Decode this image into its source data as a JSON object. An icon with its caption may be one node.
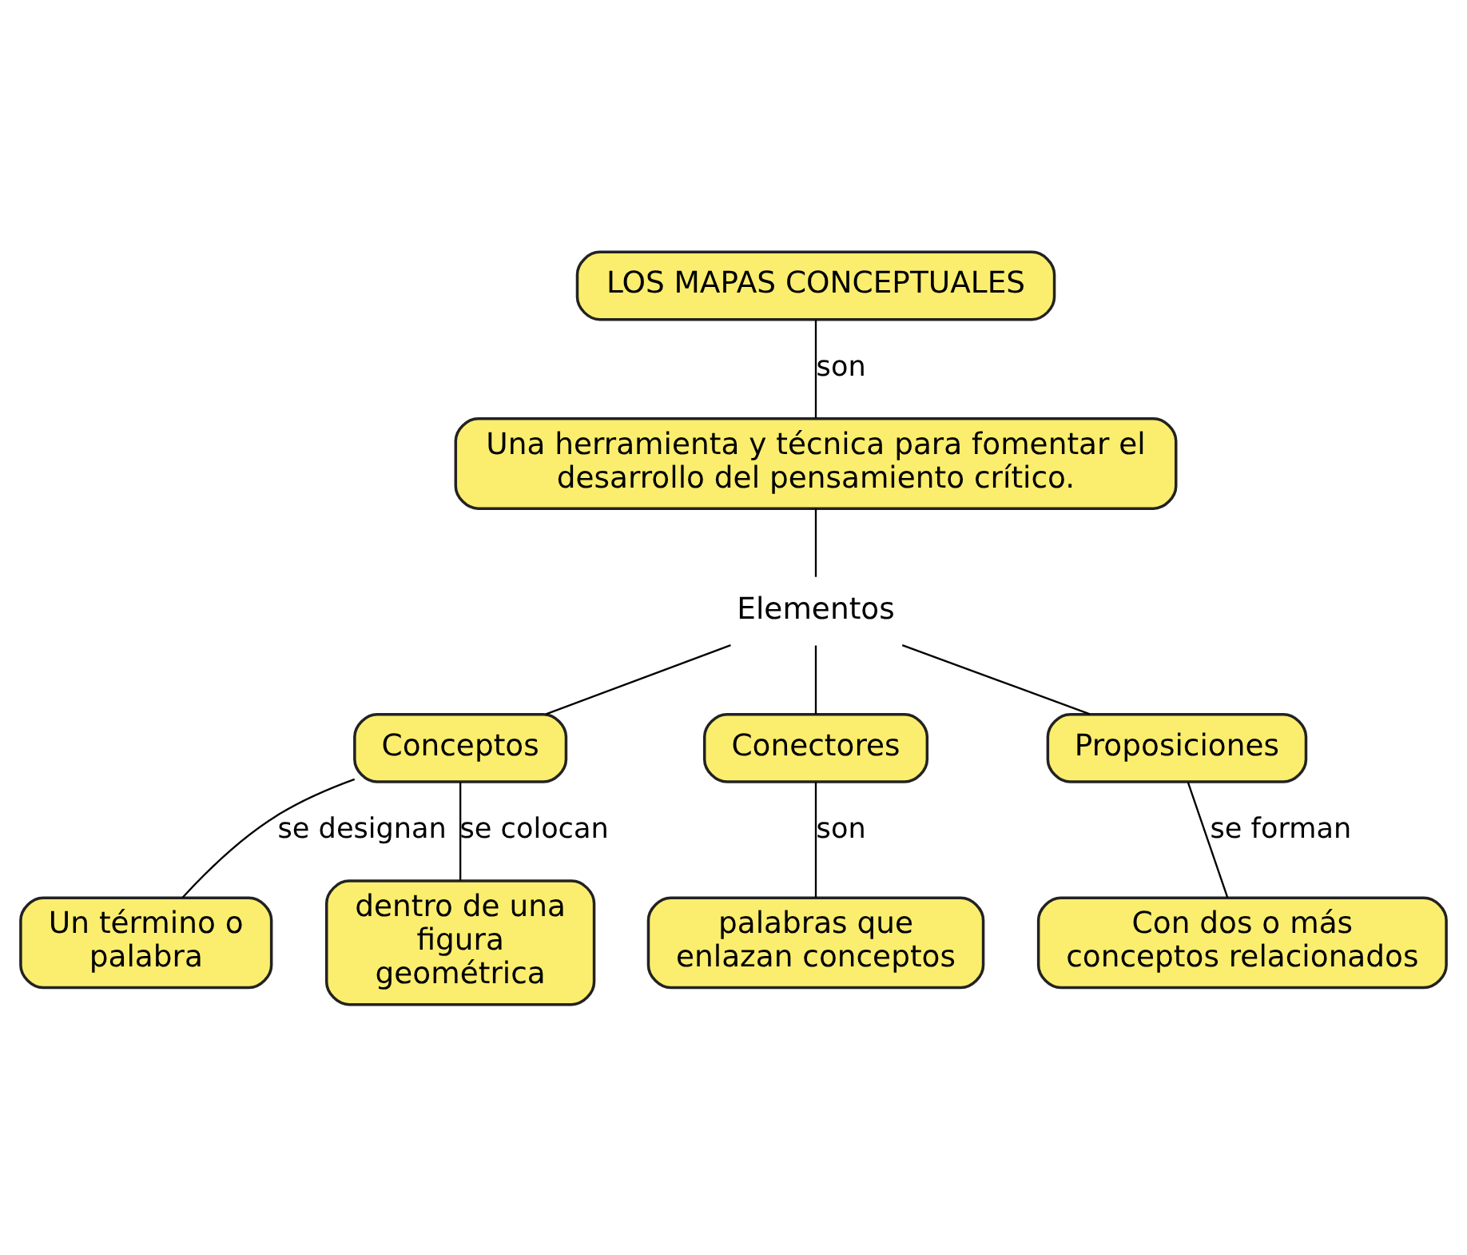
{
  "diagram": {
    "nodes": [
      {
        "text": [
          "LOS MAPAS CONCEPTUALES"
        ]
      },
      {
        "text": [
          "Una herramienta y técnica para fomentar el desarrollo del pensamiento crítico."
        ]
      },
      {
        "text": [
          "Elementos"
        ]
      },
      {
        "text": [
          "Conceptos"
        ]
      },
      {
        "text": [
          "Conectores"
        ]
      },
      {
        "text": [
          "Proposiciones"
        ]
      },
      {
        "text": [
          "Un término o palabra"
        ]
      },
      {
        "text": [
          "Con dos o más conceptos relacionados"
        ]
      },
      {
        "text": [
          "dentro de una figura geométrica"
        ]
      },
      {
        "text": [
          "palabras que enlazan conceptos"
        ]
      }
    ],
    "edges": [
      {
        "from": 0,
        "to": 1,
        "arrow": "none",
        "label": "son"
      },
      {
        "from": 1,
        "to": 2,
        "arrow": "none"
      },
      {
        "from": 2,
        "to": 3,
        "arrow": "none"
      },
      {
        "from": 2,
        "to": 4,
        "arrow": "none"
      },
      {
        "from": 2,
        "to": 5,
        "arrow": "none"
      },
      {
        "from": 3,
        "to": 8,
        "arrow": "none",
        "label": "se colocan"
      },
      {
        "from": 3,
        "to": 6,
        "arrow": "none",
        "label": "se designan"
      },
      {
        "from": 4,
        "to": 9,
        "arrow": "none",
        "label": "son"
      },
      {
        "from": 5,
        "to": 7,
        "arrow": "none",
        "label": "se forman"
      }
    ]
  }
}
